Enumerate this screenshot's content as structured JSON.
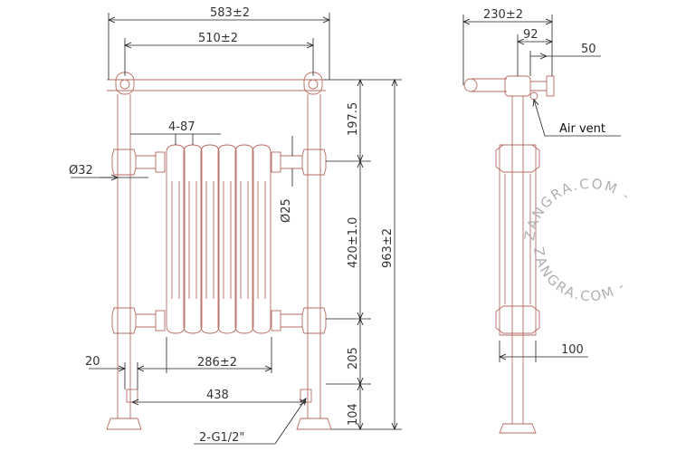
{
  "dimensions": {
    "overall_width": "583±2",
    "bar_width": "510±2",
    "top_offset": "197.5",
    "section_count_pitch": "4-87",
    "pipe_diameter": "Ø32",
    "column_diameter": "Ø25",
    "radiator_height": "420±1.0",
    "total_height": "963±2",
    "bottom_offset": "205",
    "foot_offset": "20",
    "radiator_width": "286±2",
    "connection_distance": "438",
    "floor_height": "104",
    "connection_thread": "2-G1/2\"",
    "side_depth": "230±2",
    "side_mid": "92",
    "side_vent": "50",
    "side_base": "100"
  },
  "notes": {
    "air_vent": "Air vent"
  },
  "watermark": {
    "top_arc": "ZANGRA.COM -",
    "bottom_arc": "ZANGRA.COM -"
  },
  "colors": {
    "outline": "#b96a60",
    "dimension": "#222222"
  }
}
